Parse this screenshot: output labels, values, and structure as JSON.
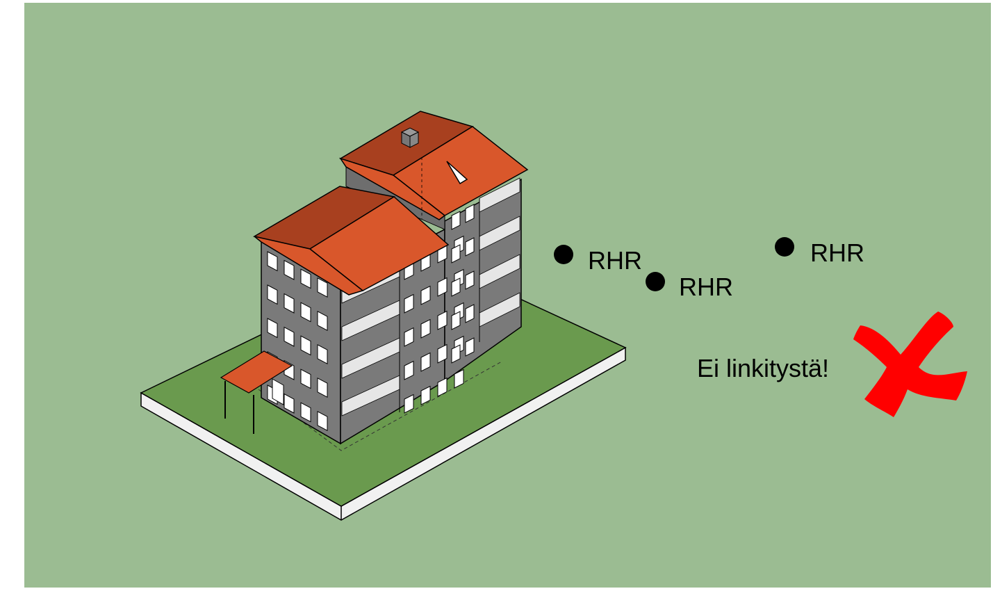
{
  "colors": {
    "background": "#9bbc92",
    "lot_top": "#6a9a4e",
    "lot_side": "#f1f1f1",
    "wall": "#7a7a7a",
    "wall_shadow": "#6e6e6e",
    "roof": "#d9572b",
    "roof_dark": "#a8401f",
    "window": "#ffffff",
    "balcony": "#e6e6e6",
    "marker": "#000000",
    "cross": "#ff0000"
  },
  "points": [
    {
      "label": "RHR",
      "icon": "filled-circle"
    },
    {
      "label": "RHR",
      "icon": "filled-circle"
    },
    {
      "label": "RHR",
      "icon": "filled-circle"
    }
  ],
  "status": {
    "text": "Ei linkitystä!",
    "icon": "red-cross-icon"
  }
}
